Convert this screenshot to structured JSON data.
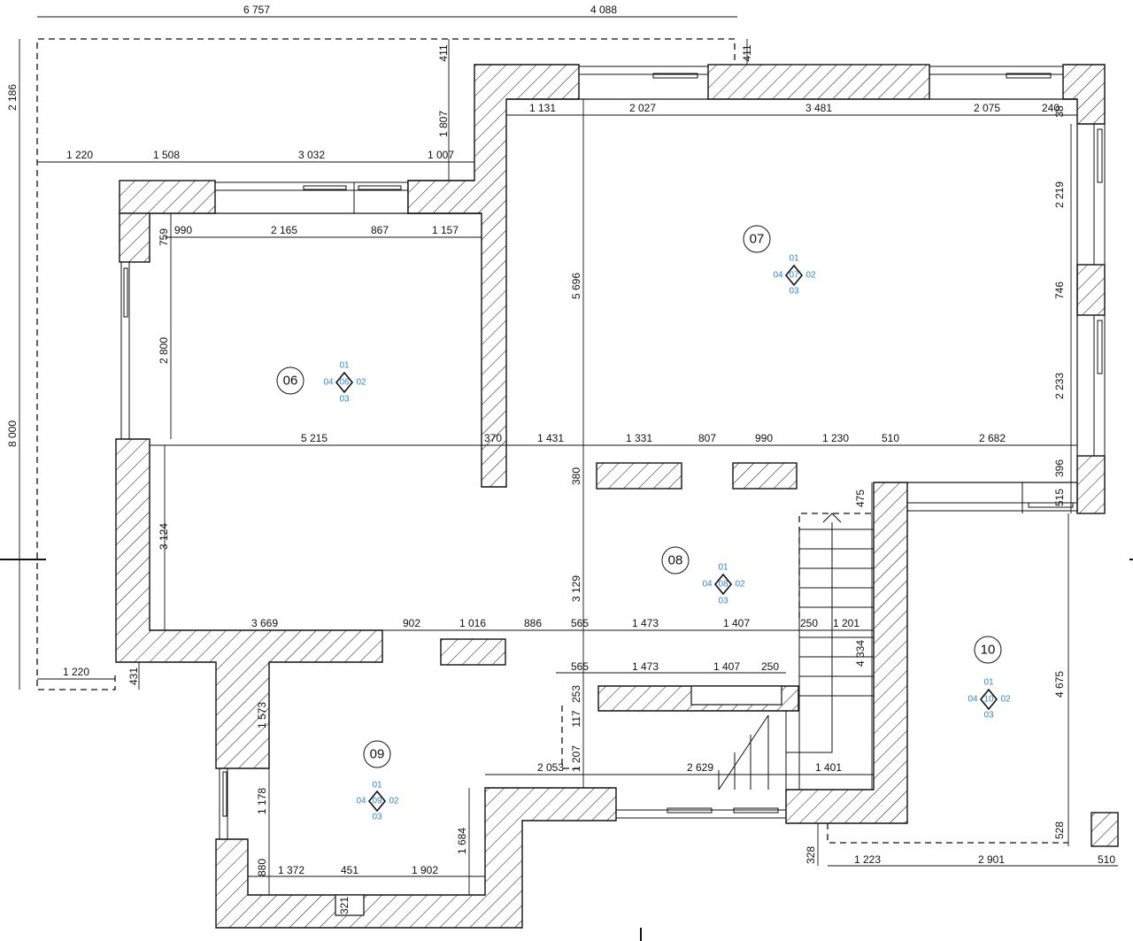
{
  "colors": {
    "ink": "#111111",
    "reference_blue": "#2f86d6",
    "background": "#ffffff"
  },
  "rooms": [
    {
      "id": "06",
      "refs": [
        "01",
        "02",
        "03",
        "04"
      ]
    },
    {
      "id": "07",
      "refs": [
        "01",
        "02",
        "03",
        "04"
      ]
    },
    {
      "id": "08",
      "refs": [
        "01",
        "02",
        "03",
        "04"
      ]
    },
    {
      "id": "09",
      "refs": [
        "01",
        "02",
        "03",
        "04"
      ]
    },
    {
      "id": "10",
      "refs": [
        "01",
        "02",
        "03",
        "04"
      ]
    }
  ],
  "dimensions": {
    "overall": [
      "6 757",
      "4 088",
      "2 186",
      "8 000",
      "411",
      "411",
      "1 807",
      "4 334",
      "4 675"
    ],
    "upper_left_chain": [
      "1 220",
      "1 508",
      "3 032",
      "1 007"
    ],
    "room06_top_chain": [
      "990",
      "2 165",
      "867",
      "1 157"
    ],
    "room06_left": [
      "759",
      "2 800"
    ],
    "room07_top_chain": [
      "1 131",
      "2 027",
      "3 481",
      "2 075",
      "240",
      "38"
    ],
    "room07_right": [
      "2 219",
      "746",
      "2 233",
      "396",
      "515"
    ],
    "room07_left": [
      "5 696",
      "380"
    ],
    "mid_chain": [
      "5 215",
      "370",
      "1 431",
      "1 331",
      "807",
      "990",
      "1 230",
      "510",
      "2 682"
    ],
    "stair_top": [
      "475"
    ],
    "left_lower": [
      "3 124",
      "3 129",
      "1 220",
      "431"
    ],
    "lower_chain_1": [
      "3 669",
      "902",
      "1 016",
      "886",
      "565",
      "1 473",
      "1 407",
      "250",
      "1 201"
    ],
    "lower_chain_2": [
      "565",
      "1 473",
      "1 407",
      "250"
    ],
    "small_verticals": [
      "253",
      "117",
      "1 207"
    ],
    "room09": [
      "1 573",
      "1 178",
      "880",
      "1 684",
      "321"
    ],
    "room09_bottom": [
      "1 372",
      "451",
      "1 902"
    ],
    "lower_right_chain": [
      "2 053",
      "2 629",
      "1 401"
    ],
    "room10_bottom": [
      "328",
      "1 223",
      "2 901",
      "510",
      "528"
    ]
  }
}
